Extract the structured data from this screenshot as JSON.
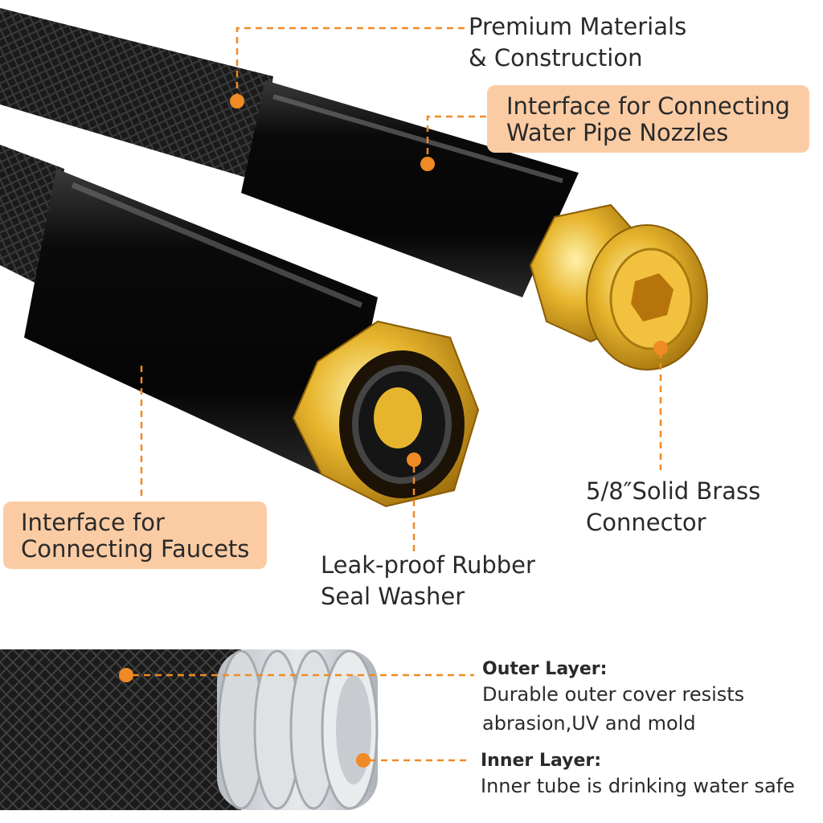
{
  "callouts": {
    "premium": {
      "lines": [
        "Premium Materials",
        "& Construction"
      ]
    },
    "nozzle_interface": {
      "lines": [
        "Interface for Connecting",
        "Water Pipe Nozzles"
      ]
    },
    "brass_connector": {
      "lines": [
        "5/8″Solid Brass",
        "Connector"
      ]
    },
    "faucet_interface": {
      "lines": [
        "Interface for",
        "Connecting Faucets"
      ]
    },
    "washer": {
      "lines": [
        "Leak-proof Rubber",
        "Seal Washer"
      ]
    }
  },
  "layers": {
    "outer": {
      "title": "Outer Layer:",
      "lines": [
        "Durable outer cover resists",
        "abrasion,UV and mold"
      ]
    },
    "inner": {
      "title": "Inner Layer:",
      "lines": [
        "Inner tube is drinking water safe"
      ]
    }
  },
  "colors": {
    "accent": "#f08a24",
    "pill_bg": "#fbcca4",
    "brass": "#d8a520",
    "hose": "#111111",
    "inner_tube": "#cfd3d7"
  }
}
